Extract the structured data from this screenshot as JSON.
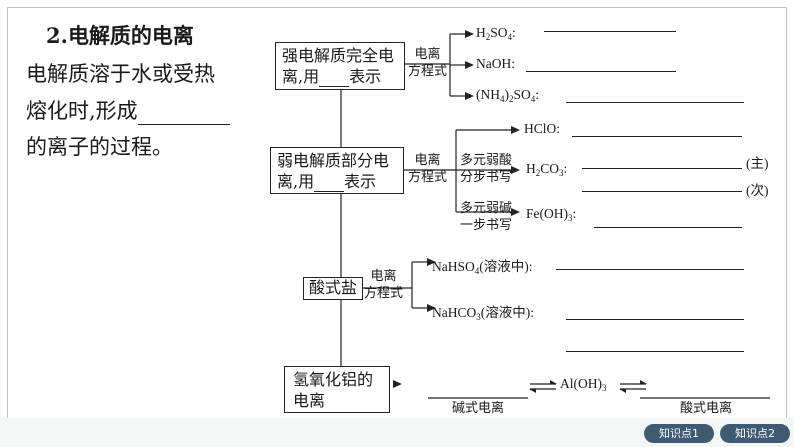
{
  "heading": {
    "number": "2.",
    "title": "电解质的电离"
  },
  "intro": {
    "line1": "电解质溶于水或受热",
    "line2a": "熔化时,形成",
    "line3": "的离子的过程。"
  },
  "strong": {
    "box_line1": "强电解质完全电",
    "box_line2a": "离,用",
    "box_line2b": "表示",
    "label1": "电离",
    "label2": "方程式",
    "f1": {
      "main": "H",
      "s1": "2",
      "m2": "SO",
      "s2": "4",
      "tail": ":"
    },
    "f2": {
      "main": "NaOH:"
    },
    "f3": {
      "m1": "(NH",
      "s1": "4",
      "m2": ")",
      "s2": "2",
      "m3": "SO",
      "s3": "4",
      "tail": ":"
    }
  },
  "weak": {
    "box_line1": "弱电解质部分电",
    "box_line2a": "离,用",
    "box_line2b": "表示",
    "label1": "电离",
    "label2": "方程式",
    "hclo": "HClO:",
    "acid_label1": "多元弱酸",
    "acid_label2": "分步书写",
    "h2co3": {
      "m1": "H",
      "s1": "2",
      "m2": "CO",
      "s2": "3",
      "tail": ":"
    },
    "main_tag": "(主)",
    "sub_tag": "(次)",
    "base_label1": "多元弱碱",
    "base_label2": "一步书写",
    "feoh3": {
      "m1": "Fe(OH)",
      "s1": "3",
      "tail": ":"
    }
  },
  "acid_salt": {
    "box": "酸式盐",
    "label1": "电离",
    "label2": "方程式",
    "nahso4": {
      "m1": "NaHSO",
      "s1": "4",
      "tail": "(溶液中):"
    },
    "nahco3": {
      "m1": "NaHCO",
      "s1": "3",
      "tail": "(溶液中):"
    }
  },
  "aloh3": {
    "box_line1": "氢氧化铝的",
    "box_line2": "电离",
    "center": {
      "m1": "Al(OH)",
      "s1": "3"
    },
    "left_caption": "碱式电离",
    "right_caption": "酸式电离"
  },
  "nav": {
    "btn1": "知识点1",
    "btn2": "知识点2"
  }
}
